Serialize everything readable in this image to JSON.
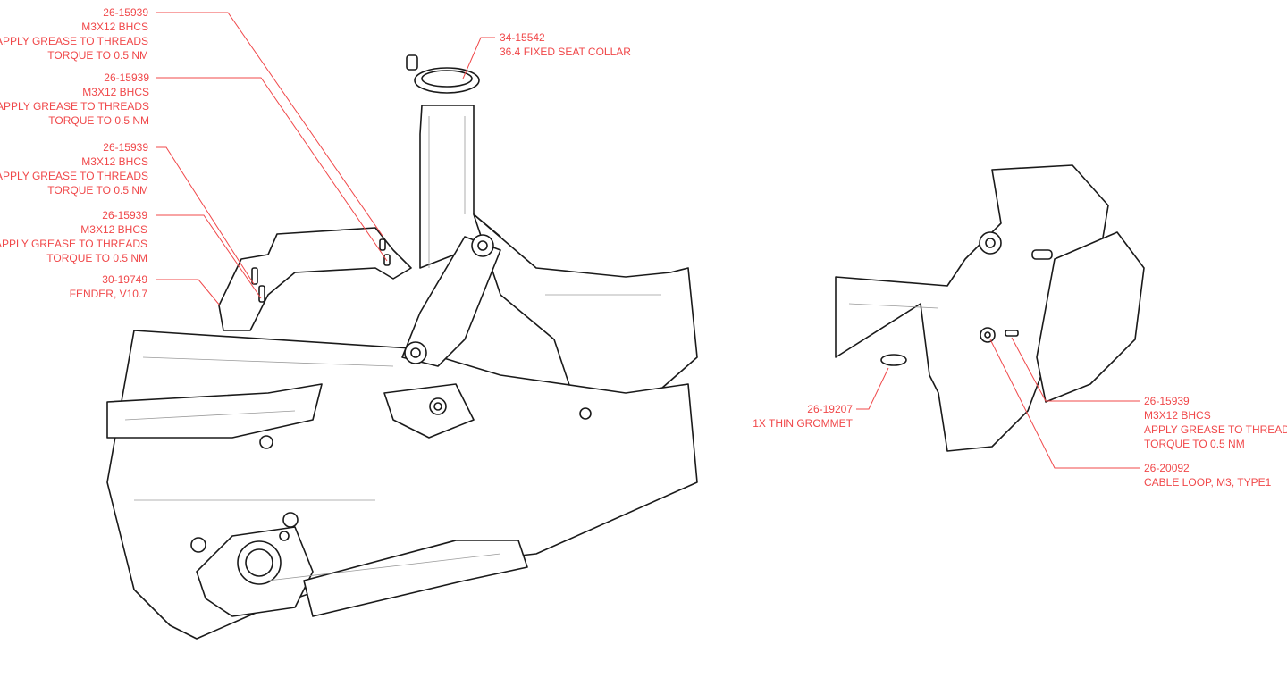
{
  "colors": {
    "callout": "#f0484a",
    "line_art": "#1a1a1a",
    "detail_line": "#9a9a9a"
  },
  "callouts": [
    {
      "part": "26-15939",
      "lines": [
        "M3X12 BHCS",
        "APPLY GREASE TO THREADS",
        "TORQUE TO 0.5 NM"
      ]
    },
    {
      "part": "26-15939",
      "lines": [
        "M3X12 BHCS",
        "APPLY GREASE TO THREADS",
        "TORQUE TO 0.5 NM"
      ]
    },
    {
      "part": "26-15939",
      "lines": [
        "M3X12 BHCS",
        "APPLY GREASE TO THREADS",
        "TORQUE TO 0.5 NM"
      ]
    },
    {
      "part": "26-15939",
      "lines": [
        "M3X12 BHCS",
        "APPLY GREASE TO THREADS",
        "TORQUE TO 0.5 NM"
      ]
    },
    {
      "part": "30-19749",
      "lines": [
        "FENDER, V10.7"
      ]
    },
    {
      "part": "34-15542",
      "lines": [
        "36.4 FIXED SEAT COLLAR"
      ]
    },
    {
      "part": "26-19207",
      "lines": [
        "1X THIN GROMMET"
      ]
    },
    {
      "part": "26-15939",
      "lines": [
        "M3X12 BHCS",
        "APPLY GREASE TO THREADS",
        "TORQUE TO 0.5 NM"
      ]
    },
    {
      "part": "26-20092",
      "lines": [
        "CABLE LOOP, M3, TYPE1"
      ]
    }
  ]
}
